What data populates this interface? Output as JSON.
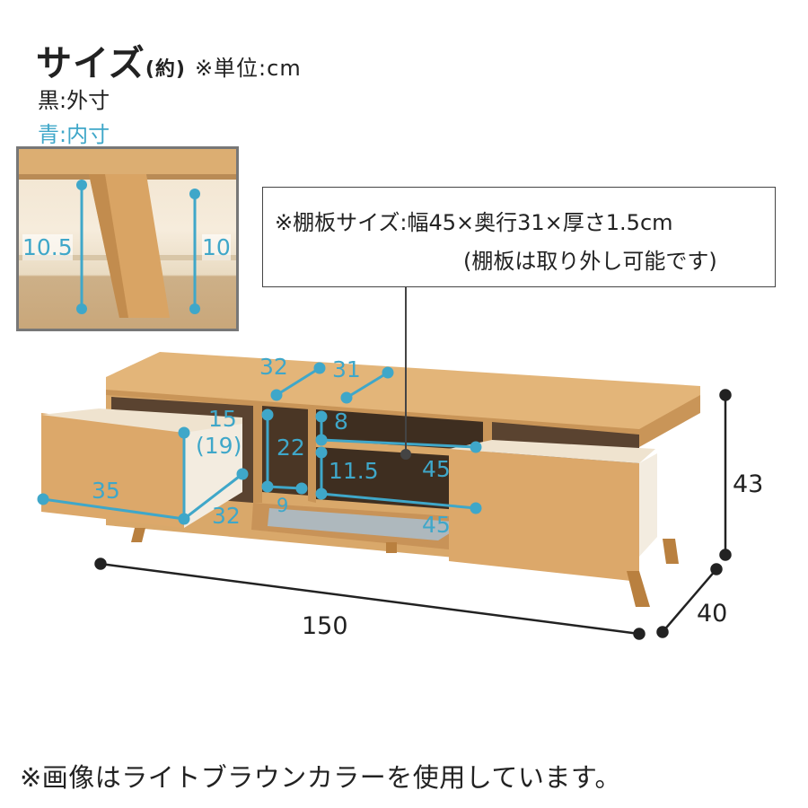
{
  "header": {
    "title": "サイズ",
    "title_suffix": "(約)",
    "unit": "※単位:cm",
    "legend_black": "黒:外寸",
    "legend_blue": "青:内寸"
  },
  "colors": {
    "inner_dimension": "#3fa7c9",
    "outer_dimension": "#222222",
    "wood": "#d9a86c"
  },
  "shelf_note": {
    "line1": "※棚板サイズ:幅45×奥行31×厚さ1.5cm",
    "line2": "(棚板は取り外し可能です)"
  },
  "inset": {
    "outer_leg_height": "10.5",
    "inner_leg_height": "10"
  },
  "dimensions": {
    "inner": {
      "top_depth_left": "32",
      "top_depth_right": "31",
      "drawer_height": "15",
      "drawer_height_alt": "(19)",
      "drawer_width": "35",
      "drawer_depth": "32",
      "compartment_height": "22",
      "compartment_width": "9",
      "shelf_upper_height": "8",
      "shelf_lower_height": "11.5",
      "shelf_width": "45",
      "bottom_width": "45"
    },
    "outer": {
      "height": "43",
      "width": "150",
      "depth": "40"
    }
  },
  "footer": {
    "note": "※画像はライトブラウンカラーを使用しています。"
  }
}
